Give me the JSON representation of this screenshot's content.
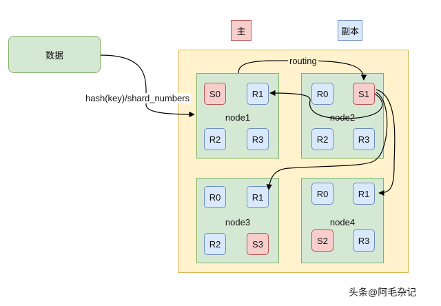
{
  "source_box": {
    "label": "数据"
  },
  "legend": {
    "primary_label": "主",
    "replica_label": "副本"
  },
  "edges": {
    "routing_label": "routing",
    "hash_label": "hash(key)/shard_numbers"
  },
  "nodes": [
    {
      "label": "node1",
      "shards": [
        {
          "label": "S0",
          "kind": "primary"
        },
        {
          "label": "R1",
          "kind": "replica"
        },
        {
          "label": "R2",
          "kind": "replica"
        },
        {
          "label": "R3",
          "kind": "replica"
        }
      ]
    },
    {
      "label": "node2",
      "shards": [
        {
          "label": "R0",
          "kind": "replica"
        },
        {
          "label": "S1",
          "kind": "primary"
        },
        {
          "label": "R2",
          "kind": "replica"
        },
        {
          "label": "R3",
          "kind": "replica"
        }
      ]
    },
    {
      "label": "node3",
      "shards": [
        {
          "label": "R0",
          "kind": "replica"
        },
        {
          "label": "R1",
          "kind": "replica"
        },
        {
          "label": "R2",
          "kind": "replica"
        },
        {
          "label": "S3",
          "kind": "primary"
        }
      ]
    },
    {
      "label": "node4",
      "shards": [
        {
          "label": "R0",
          "kind": "replica"
        },
        {
          "label": "R1",
          "kind": "replica"
        },
        {
          "label": "S2",
          "kind": "primary"
        },
        {
          "label": "R3",
          "kind": "replica"
        }
      ]
    }
  ],
  "colors": {
    "node_fill": "#d5e8d4",
    "node_stroke": "#82b366",
    "primary_fill": "#f8cecc",
    "primary_stroke": "#b85450",
    "replica_fill": "#dae8fc",
    "replica_stroke": "#6c8ebf",
    "cluster_fill": "#fff2cc",
    "cluster_stroke": "#d6b656"
  },
  "watermark": "头条@阿毛杂记"
}
